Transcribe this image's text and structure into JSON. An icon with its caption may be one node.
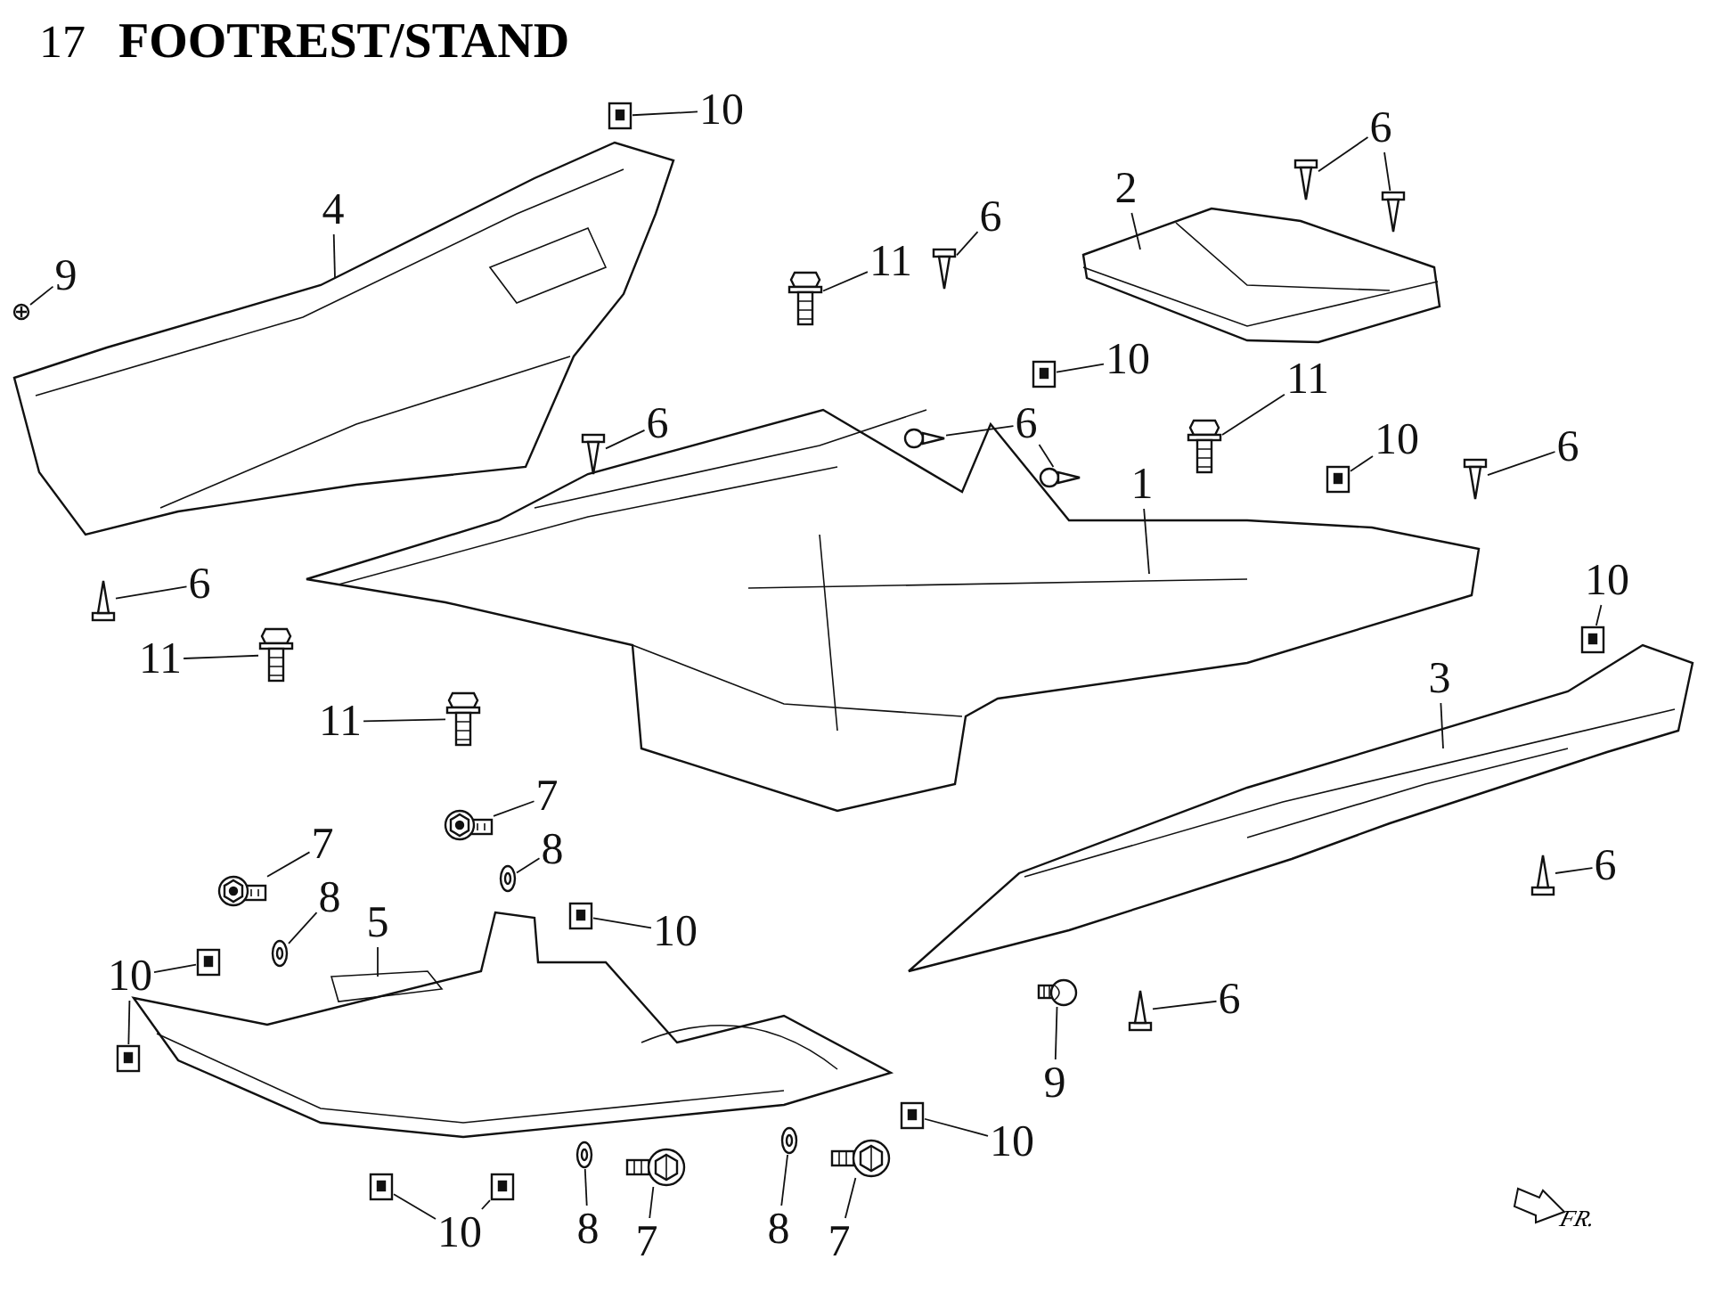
{
  "diagram": {
    "title": "17 **FOOTREST/STAND**",
    "nodes": [
      {
        "text": [
          "10"
        ]
      },
      {
        "text": [],
        "shape": "picture"
      },
      {
        "text": [
          "4"
        ]
      },
      {
        "text": [],
        "shape": "picture"
      },
      {
        "text": [
          "9"
        ]
      },
      {
        "text": [],
        "shape": "picture"
      },
      {
        "text": [
          "11"
        ]
      },
      {
        "text": [],
        "shape": "picture"
      },
      {
        "text": [
          "6"
        ]
      },
      {
        "text": [],
        "shape": "picture"
      },
      {
        "text": [
          "2"
        ]
      },
      {
        "text": [],
        "shape": "picture"
      },
      {
        "text": [
          "6"
        ]
      },
      {
        "text": [],
        "shape": "picture"
      },
      {
        "text": [],
        "shape": "picture"
      },
      {
        "text": [
          "10"
        ]
      },
      {
        "text": [],
        "shape": "picture"
      },
      {
        "text": [
          "6"
        ]
      },
      {
        "text": [],
        "shape": "picture"
      },
      {
        "text": [],
        "shape": "picture"
      },
      {
        "text": [
          "11"
        ]
      },
      {
        "text": [],
        "shape": "picture"
      },
      {
        "text": [
          "10"
        ]
      },
      {
        "text": [],
        "shape": "picture"
      },
      {
        "text": [
          "6"
        ]
      },
      {
        "text": [],
        "shape": "picture"
      },
      {
        "text": [
          "6"
        ]
      },
      {
        "text": [],
        "shape": "picture"
      },
      {
        "text": [
          "1"
        ]
      },
      {
        "text": [],
        "shape": "picture"
      },
      {
        "text": [
          "6"
        ]
      },
      {
        "text": [],
        "shape": "picture"
      },
      {
        "text": [
          "11"
        ]
      },
      {
        "text": [],
        "shape": "picture"
      },
      {
        "text": [
          "11"
        ]
      },
      {
        "text": [],
        "shape": "picture"
      },
      {
        "text": [
          "10"
        ]
      },
      {
        "text": [],
        "shape": "picture"
      },
      {
        "text": [
          "3"
        ]
      },
      {
        "text": [],
        "shape": "picture"
      },
      {
        "text": [
          "7"
        ]
      },
      {
        "text": [],
        "shape": "picture"
      },
      {
        "text": [
          "8"
        ]
      },
      {
        "text": [],
        "shape": "picture"
      },
      {
        "text": [
          "7"
        ]
      },
      {
        "text": [],
        "shape": "picture"
      },
      {
        "text": [
          "8"
        ]
      },
      {
        "text": [],
        "shape": "picture"
      },
      {
        "text": [
          "5"
        ]
      },
      {
        "text": [],
        "shape": "picture"
      },
      {
        "text": [
          "10"
        ]
      },
      {
        "text": [],
        "shape": "picture"
      },
      {
        "text": [
          "6"
        ]
      },
      {
        "text": [],
        "shape": "picture"
      },
      {
        "text": [
          "10"
        ]
      },
      {
        "text": [],
        "shape": "picture"
      },
      {
        "text": [],
        "shape": "picture"
      },
      {
        "text": [
          "6"
        ]
      },
      {
        "text": [],
        "shape": "picture"
      },
      {
        "text": [
          "9"
        ]
      },
      {
        "text": [],
        "shape": "picture"
      },
      {
        "text": [
          "10"
        ]
      },
      {
        "text": [],
        "shape": "picture"
      },
      {
        "text": [
          "10"
        ]
      },
      {
        "text": [],
        "shape": "picture"
      },
      {
        "text": [],
        "shape": "picture"
      },
      {
        "text": [
          "8"
        ]
      },
      {
        "text": [],
        "shape": "picture"
      },
      {
        "text": [
          "7"
        ]
      },
      {
        "text": [],
        "shape": "picture"
      },
      {
        "text": [
          "8"
        ]
      },
      {
        "text": [],
        "shape": "picture"
      },
      {
        "text": [
          "7"
        ]
      },
      {
        "text": [],
        "shape": "picture"
      }
    ],
    "edges": [
      {
        "from": 0,
        "to": 1,
        "arrow": "none"
      },
      {
        "from": 2,
        "to": 3,
        "arrow": "none"
      },
      {
        "from": 4,
        "to": 5,
        "arrow": "none"
      },
      {
        "from": 6,
        "to": 7,
        "arrow": "none"
      },
      {
        "from": 8,
        "to": 9,
        "arrow": "none"
      },
      {
        "from": 10,
        "to": 11,
        "arrow": "none"
      },
      {
        "from": 12,
        "to": 13,
        "arrow": "none"
      },
      {
        "from": 12,
        "to": 14,
        "arrow": "none"
      },
      {
        "from": 15,
        "to": 16,
        "arrow": "none"
      },
      {
        "from": 17,
        "to": 18,
        "arrow": "none"
      },
      {
        "from": 17,
        "to": 19,
        "arrow": "none"
      },
      {
        "from": 20,
        "to": 21,
        "arrow": "none"
      },
      {
        "from": 22,
        "to": 23,
        "arrow": "none"
      },
      {
        "from": 24,
        "to": 25,
        "arrow": "none"
      },
      {
        "from": 26,
        "to": 27,
        "arrow": "none"
      },
      {
        "from": 28,
        "to": 29,
        "arrow": "none"
      },
      {
        "from": 30,
        "to": 31,
        "arrow": "none"
      },
      {
        "from": 32,
        "to": 33,
        "arrow": "none"
      },
      {
        "from": 34,
        "to": 35,
        "arrow": "none"
      },
      {
        "from": 36,
        "to": 37,
        "arrow": "none"
      },
      {
        "from": 38,
        "to": 39,
        "arrow": "none"
      },
      {
        "from": 40,
        "to": 41,
        "arrow": "none"
      },
      {
        "from": 42,
        "to": 43,
        "arrow": "none"
      },
      {
        "from": 44,
        "to": 45,
        "arrow": "none"
      },
      {
        "from": 46,
        "to": 47,
        "arrow": "none"
      },
      {
        "from": 48,
        "to": 49,
        "arrow": "none"
      },
      {
        "from": 50,
        "to": 51,
        "arrow": "none"
      },
      {
        "from": 52,
        "to": 53,
        "arrow": "none"
      },
      {
        "from": 54,
        "to": 55,
        "arrow": "none"
      },
      {
        "from": 54,
        "to": 56,
        "arrow": "none"
      },
      {
        "from": 57,
        "to": 58,
        "arrow": "none"
      },
      {
        "from": 59,
        "to": 60,
        "arrow": "none"
      },
      {
        "from": 61,
        "to": 62,
        "arrow": "none"
      },
      {
        "from": 63,
        "to": 64,
        "arrow": "none"
      },
      {
        "from": 63,
        "to": 65,
        "arrow": "none"
      },
      {
        "from": 66,
        "to": 67,
        "arrow": "none"
      },
      {
        "from": 68,
        "to": 69,
        "arrow": "none"
      },
      {
        "from": 70,
        "to": 71,
        "arrow": "none"
      },
      {
        "from": 72,
        "to": 73,
        "arrow": "none"
      }
    ],
    "labels": [
      "FR."
    ]
  }
}
